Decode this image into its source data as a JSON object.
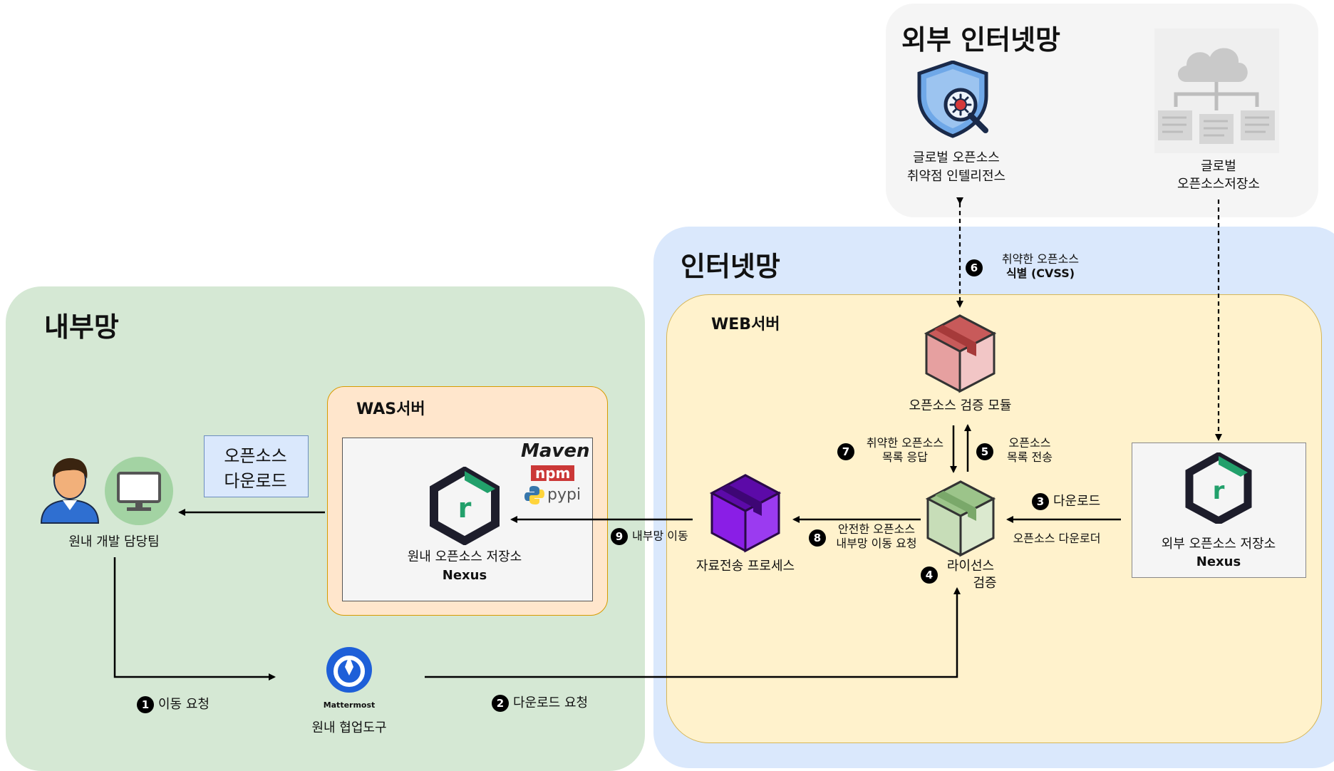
{
  "zones": {
    "internal": {
      "title": "내부망"
    },
    "internet": {
      "title": "인터넷망"
    },
    "external": {
      "title": "외부 인터넷망"
    },
    "was": {
      "title": "WAS서버"
    },
    "web": {
      "title": "WEB서버"
    }
  },
  "nodes": {
    "dev_team": "원내 개발 담당팀",
    "download_box": [
      "오픈소스",
      "다운로드"
    ],
    "internal_repo": [
      "원내 오픈소스 저장소",
      "Nexus"
    ],
    "collab_tool": "원내 협업도구",
    "mattermost_logo": "Mattermost",
    "transfer_process": "자료전송 프로세스",
    "verify_module": "오픈소스 검증 모듈",
    "license_check": [
      "라이선스",
      "검증"
    ],
    "external_repo": [
      "외부 오픈소스 저장소",
      "Nexus"
    ],
    "vuln_intel": [
      "글로벌 오픈소스",
      "취약점 인텔리전스"
    ],
    "global_repo": [
      "글로벌",
      "오픈소스저장소"
    ],
    "pkg_logos": {
      "maven": "Maven",
      "npm": "npm",
      "pypi": "pypi"
    }
  },
  "steps": {
    "s1": {
      "num": "1",
      "text": "이동 요청"
    },
    "s2": {
      "num": "2",
      "text": "다운로드 요청"
    },
    "s3": {
      "num": "3",
      "text": "다운로드"
    },
    "s3_sub": "오픈소스 다운로더",
    "s4": {
      "num": "4"
    },
    "s5": {
      "num": "5",
      "text": [
        "오픈소스",
        "목록 전송"
      ]
    },
    "s6": {
      "num": "6",
      "text": [
        "취약한 오픈소스",
        "식별 (CVSS)"
      ]
    },
    "s7": {
      "num": "7",
      "text": [
        "취약한 오픈소스",
        "목록 응답"
      ]
    },
    "s8": {
      "num": "8",
      "text": [
        "안전한 오픈소스",
        "내부망 이동 요청"
      ]
    },
    "s9": {
      "num": "9",
      "text": "내부망 이동"
    }
  },
  "colors": {
    "internal_bg": "#d5e8d4",
    "internet_bg": "#dae8fc",
    "external_bg": "#f5f5f5",
    "was_bg": "#ffe6cc",
    "web_bg": "#fff2cc",
    "nexus_green": "#22a06b",
    "purple_box": "#7a0fd6",
    "red_box": "#e8a3a3",
    "green_box": "#b9d3a8",
    "mattermost": "#1e5fd8",
    "monitor_bg": "#a3d3a3"
  }
}
